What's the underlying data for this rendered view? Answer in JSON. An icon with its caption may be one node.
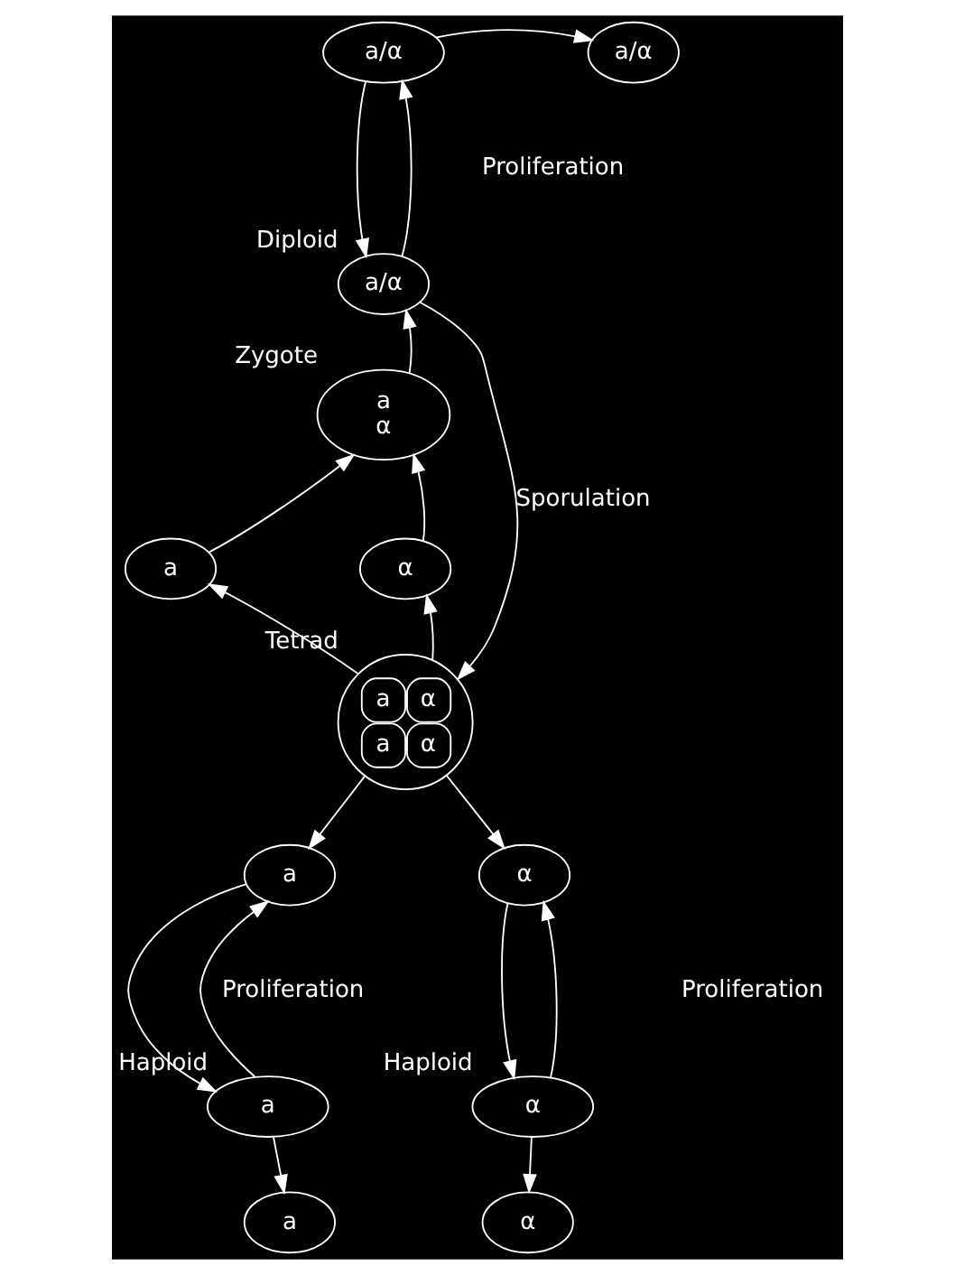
{
  "diagram": {
    "nodes": [
      {
        "text": [
          "a/α"
        ]
      },
      {
        "text": [
          "a/α"
        ]
      },
      {
        "text": [
          "a/α"
        ],
        "beside": [
          "Diploid"
        ]
      },
      {
        "text": [
          "a",
          "α"
        ],
        "beside": [
          "Zygote"
        ]
      },
      {
        "text": [
          "a"
        ]
      },
      {
        "text": [
          "α"
        ]
      },
      {
        "text": [
          "a",
          "α",
          "a",
          "α"
        ],
        "beside": [
          "Tetrad"
        ]
      },
      {
        "text": [
          "a"
        ]
      },
      {
        "text": [
          "a"
        ],
        "beside": [
          "Haploid"
        ]
      },
      {
        "text": [
          "a"
        ]
      },
      {
        "text": [
          "α"
        ]
      },
      {
        "text": [
          "α"
        ],
        "beside": [
          "Haploid"
        ]
      },
      {
        "text": [
          "α"
        ]
      }
    ],
    "edges": [
      {
        "from": 0,
        "to": 1,
        "arrow": "to"
      },
      {
        "from": 2,
        "to": 0,
        "arrow": "to"
      },
      {
        "from": 0,
        "to": 2,
        "arrow": "to"
      },
      {
        "from": 3,
        "to": 2,
        "arrow": "to"
      },
      {
        "from": 4,
        "to": 3,
        "arrow": "to"
      },
      {
        "from": 5,
        "to": 3,
        "arrow": "to"
      },
      {
        "from": 6,
        "to": 4,
        "arrow": "to"
      },
      {
        "from": 6,
        "to": 5,
        "arrow": "to"
      },
      {
        "from": 2,
        "to": 6,
        "arrow": "to",
        "label": "Sporulation"
      },
      {
        "from": 6,
        "to": 7,
        "arrow": "to"
      },
      {
        "from": 6,
        "to": 10,
        "arrow": "to"
      },
      {
        "from": 7,
        "to": 8,
        "arrow": "to"
      },
      {
        "from": 8,
        "to": 7,
        "arrow": "to"
      },
      {
        "from": 8,
        "to": 9,
        "arrow": "to"
      },
      {
        "from": 10,
        "to": 11,
        "arrow": "to"
      },
      {
        "from": 11,
        "to": 10,
        "arrow": "to"
      },
      {
        "from": 11,
        "to": 12,
        "arrow": "to"
      }
    ],
    "labels": [
      "Proliferation",
      "Proliferation",
      "Proliferation"
    ]
  }
}
